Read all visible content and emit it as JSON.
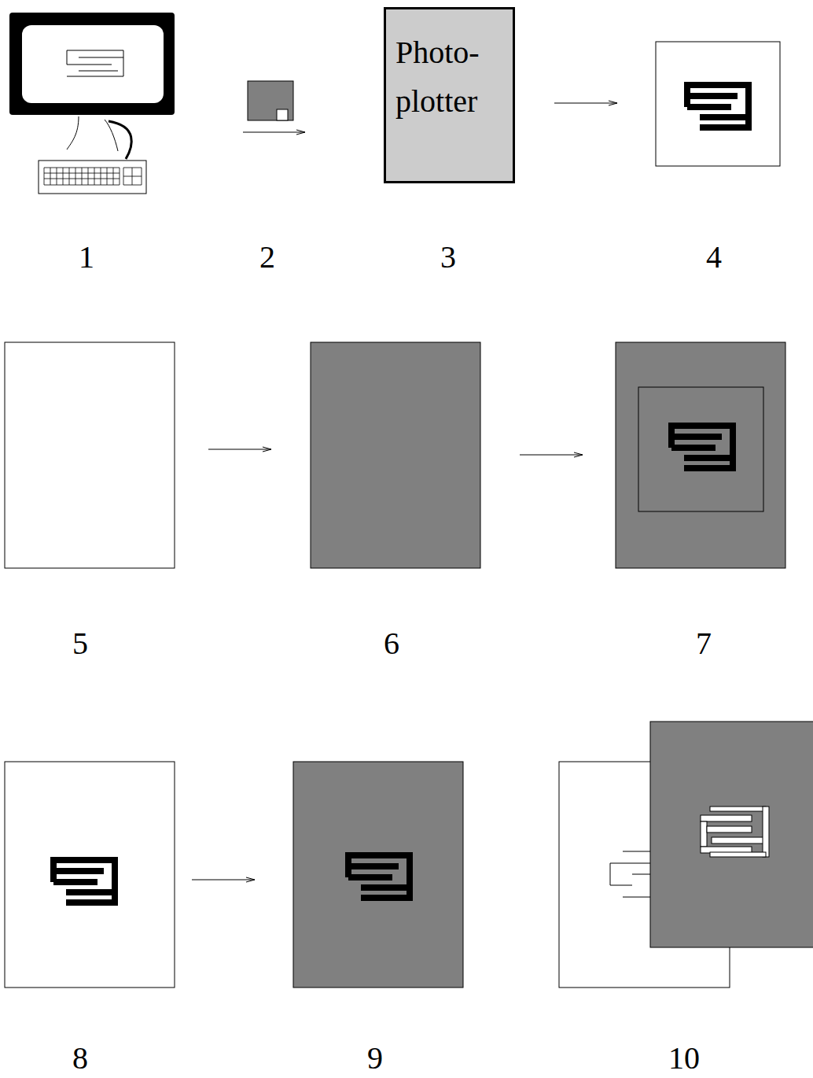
{
  "diagram": {
    "nodes": [
      {
        "text": [
          "Photo- plotter"
        ]
      }
    ],
    "labels": [
      "1",
      "2",
      "3",
      "4",
      "5",
      "6",
      "7",
      "8",
      "9",
      "10"
    ]
  }
}
